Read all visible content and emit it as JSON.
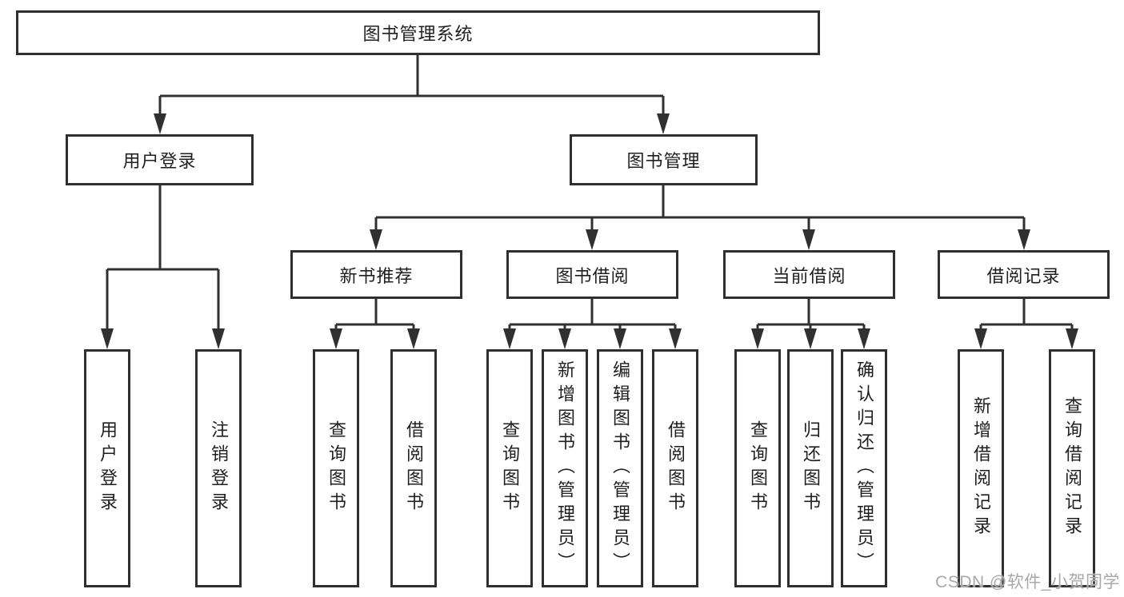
{
  "tree": {
    "label": "图书管理系统",
    "children": [
      {
        "label": "用户登录",
        "children": [
          {
            "label": "用户登录"
          },
          {
            "label": "注销登录"
          }
        ]
      },
      {
        "label": "图书管理",
        "children": [
          {
            "label": "新书推荐",
            "children": [
              {
                "label": "查询图书"
              },
              {
                "label": "借阅图书"
              }
            ]
          },
          {
            "label": "图书借阅",
            "children": [
              {
                "label": "查询图书"
              },
              {
                "label": "新增图书（管理员）"
              },
              {
                "label": "编辑图书（管理员）"
              },
              {
                "label": "借阅图书"
              }
            ]
          },
          {
            "label": "当前借阅",
            "children": [
              {
                "label": "查询图书"
              },
              {
                "label": "归还图书"
              },
              {
                "label": "确认归还（管理员）"
              }
            ]
          },
          {
            "label": "借阅记录",
            "children": [
              {
                "label": "新增借阅记录"
              },
              {
                "label": "查询借阅记录"
              }
            ]
          }
        ]
      }
    ]
  },
  "watermark": {
    "text": "CSDN @软件_小贺同学"
  },
  "colors": {
    "line": "#303030",
    "box_border": "#2f2f2f",
    "text": "#1f1f1f",
    "watermark": "#a9a9a9",
    "background": "#ffffff"
  }
}
